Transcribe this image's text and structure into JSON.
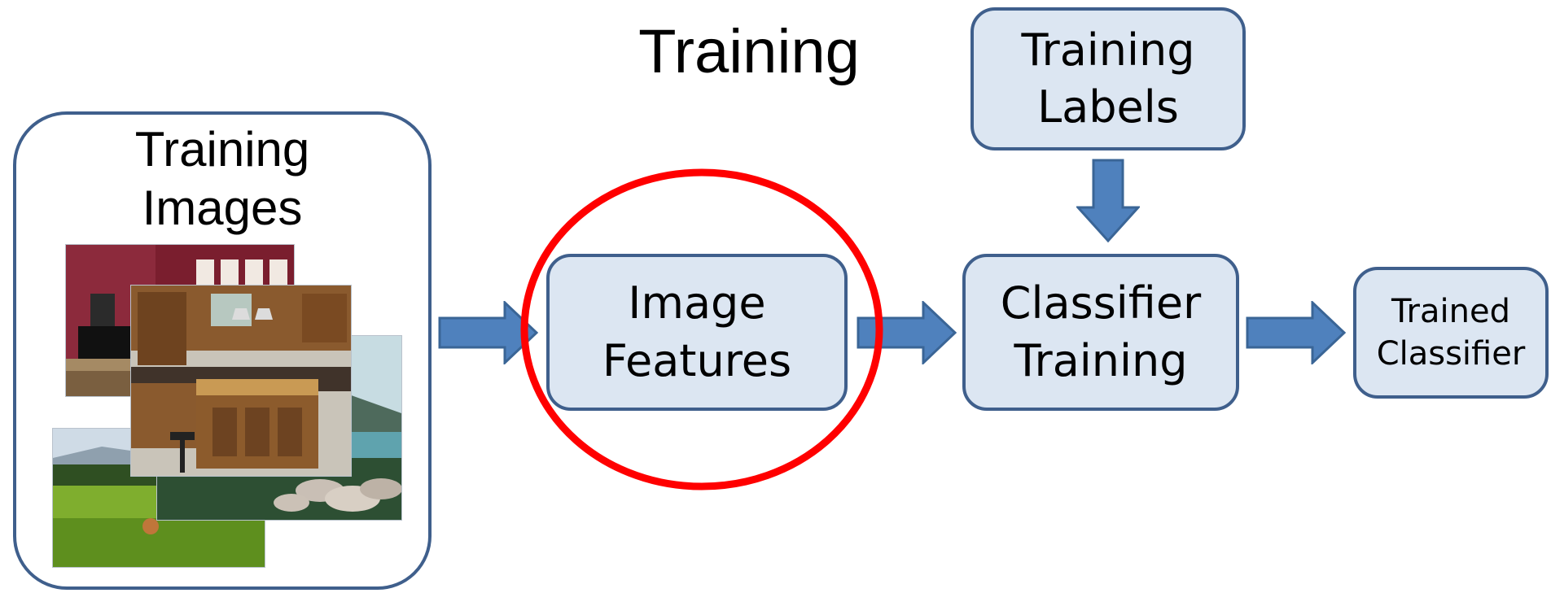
{
  "diagram": {
    "title": "Training",
    "training_images": {
      "label": "Training\nImages"
    },
    "nodes": [
      {
        "id": "training_labels",
        "label": "Training\nLabels"
      },
      {
        "id": "image_features",
        "label": "Image\nFeatures"
      },
      {
        "id": "classifier_training",
        "label": "Classifier\nTraining"
      },
      {
        "id": "trained_classifier",
        "label": "Trained\nClassifier"
      }
    ],
    "edges": [
      {
        "from": "training_images",
        "to": "image_features"
      },
      {
        "from": "image_features",
        "to": "classifier_training"
      },
      {
        "from": "training_labels",
        "to": "classifier_training"
      },
      {
        "from": "classifier_training",
        "to": "trained_classifier"
      }
    ],
    "highlight": {
      "node": "image_features",
      "shape": "circle"
    }
  },
  "colors": {
    "node_fill": "#dce6f2",
    "node_border": "#3f5f8c",
    "arrow_fill": "#4f81bd",
    "arrow_border": "#3a6596",
    "highlight": "#ff0000"
  }
}
